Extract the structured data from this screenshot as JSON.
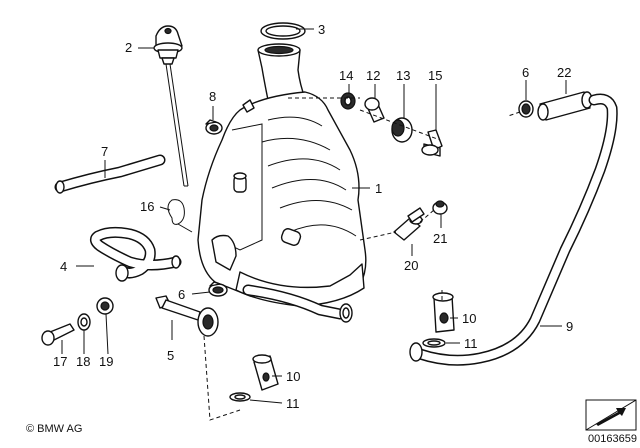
{
  "callouts": {
    "c1": "1",
    "c2": "2",
    "c3": "3",
    "c4": "4",
    "c5": "5",
    "c6a": "6",
    "c6b": "6",
    "c7": "7",
    "c8": "8",
    "c9": "9",
    "c10a": "10",
    "c10b": "10",
    "c11a": "11",
    "c11b": "11",
    "c12": "12",
    "c13": "13",
    "c14": "14",
    "c15": "15",
    "c16": "16",
    "c17": "17",
    "c18": "18",
    "c19": "19",
    "c20": "20",
    "c21": "21",
    "c22": "22"
  },
  "footer": {
    "copyright": "© BMW AG",
    "image_number": "00163659"
  },
  "icons": {
    "corner": "arrow-box-icon"
  }
}
